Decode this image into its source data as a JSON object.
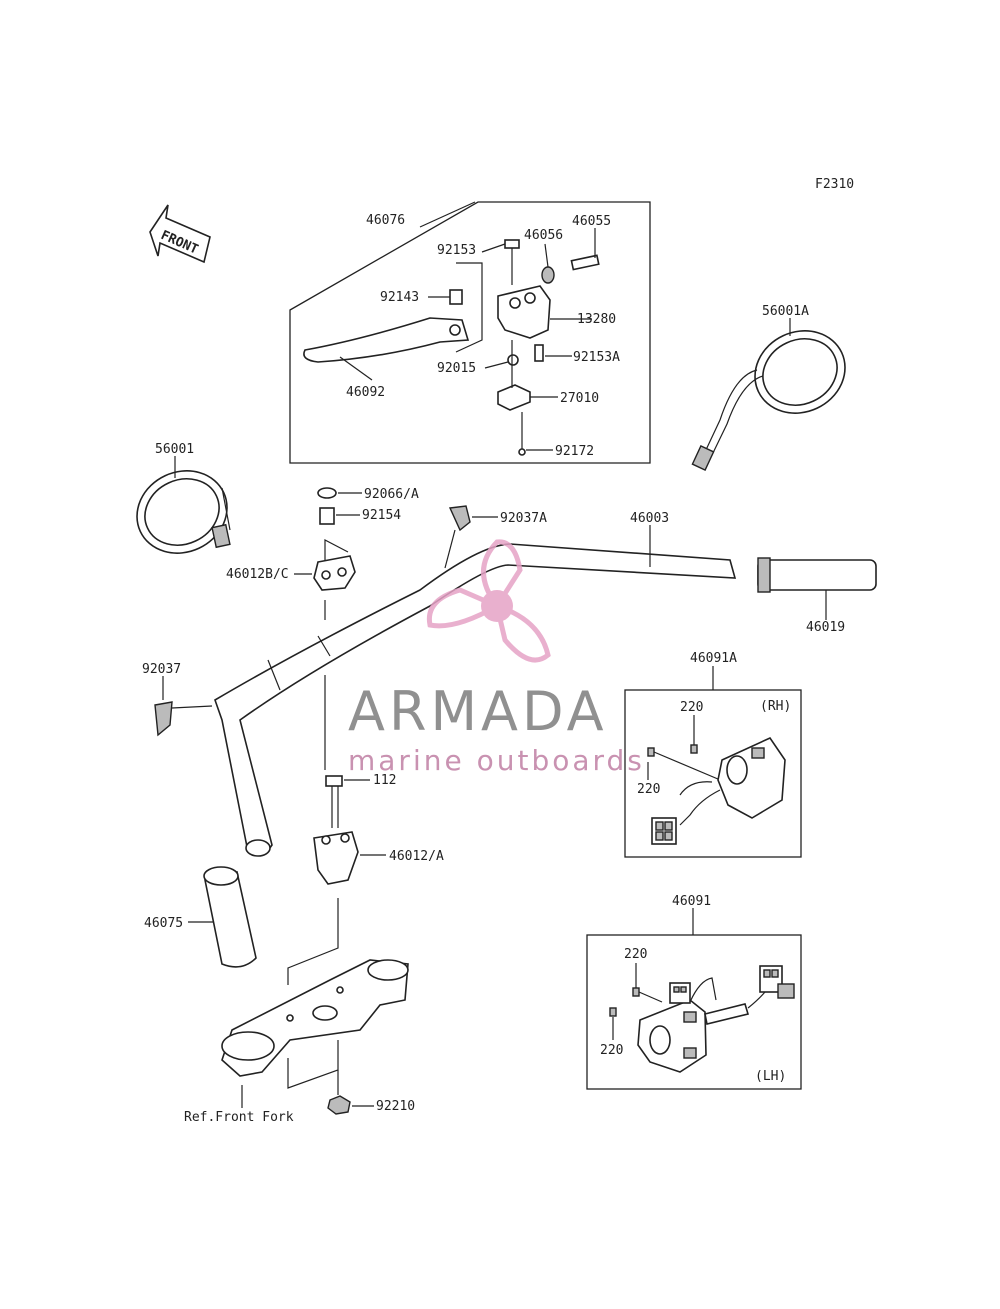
{
  "figure_code": "F2310",
  "front_arrow_label": "FRONT",
  "watermark": {
    "title": "ARMADA",
    "subtitle": "marine outboards",
    "accent_color": "#e6a3c6",
    "title_color": "#7d7d7d"
  },
  "callouts": {
    "c46076": "46076",
    "c92153": "92153",
    "c46056": "46056",
    "c46055": "46055",
    "c92143": "92143",
    "c13280": "13280",
    "c92015": "92015",
    "c92153a": "92153A",
    "c46092": "46092",
    "c27010": "27010",
    "c92172": "92172",
    "c56001": "56001",
    "c56001a": "56001A",
    "c92066": "92066/A",
    "c92154": "92154",
    "c92037a": "92037A",
    "c46003": "46003",
    "c46012bc": "46012B/C",
    "c46019": "46019",
    "c92037": "92037",
    "c46091a": "46091A",
    "c220a": "220",
    "c220b": "220",
    "c220c": "220",
    "c220d": "220",
    "rh": "(RH)",
    "lh": "(LH)",
    "c112": "112",
    "c46012a": "46012/A",
    "c46075": "46075",
    "c46091": "46091",
    "c92210": "92210",
    "ref_front_fork": "Ref.Front Fork"
  }
}
